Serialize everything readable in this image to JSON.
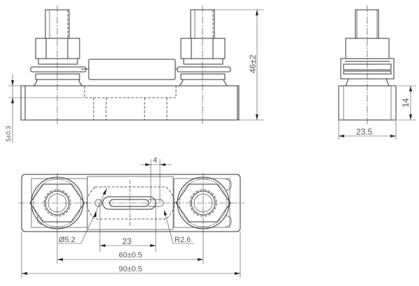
{
  "drawing": {
    "subject": "Fuse holder / fuse base technical drawing",
    "views": {
      "front": {
        "dimensions": {
          "height_total": "46±2",
          "base_step": "5±0.3"
        }
      },
      "side": {
        "dimensions": {
          "base_height": "14",
          "width": "23.5"
        }
      },
      "top": {
        "dimensions": {
          "slot_width": "4",
          "hole_diameter": "Ø5.2",
          "slot_radius": "R2.6",
          "slot_spacing": "23",
          "stud_spacing": "60±0.5",
          "overall_length": "90±0.5"
        }
      }
    },
    "colors": {
      "line": "#333333",
      "text": "#555555",
      "background": "#ffffff"
    }
  }
}
